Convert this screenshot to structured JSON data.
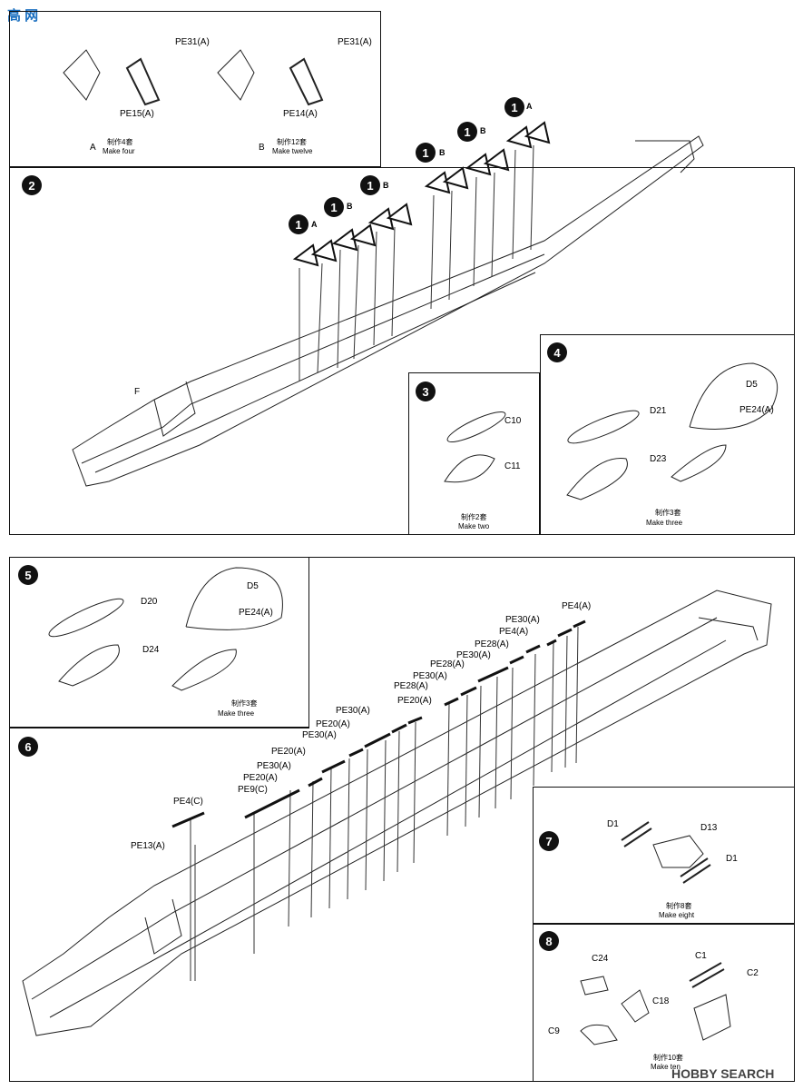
{
  "watermark_top": "高 网",
  "watermark_bottom": "HOBBY SEARCH",
  "top_panel": {
    "labels": [
      "PE31(A)",
      "PE31(A)",
      "PE15(A)",
      "PE14(A)"
    ],
    "caption_a": {
      "letter": "A",
      "cn": "制作4套",
      "en": "Make four"
    },
    "caption_b": {
      "letter": "B",
      "cn": "制作12套",
      "en": "Make twelve"
    }
  },
  "step2": {
    "num": "2",
    "label_f": "F",
    "subs": [
      "A",
      "B",
      "B",
      "B",
      "B",
      "A"
    ],
    "sub_num": "1"
  },
  "step3": {
    "num": "3",
    "labels": [
      "C10",
      "C11"
    ],
    "cn": "制作2套",
    "en": "Make two"
  },
  "step4": {
    "num": "4",
    "labels": [
      "D5",
      "PE24(A)",
      "D21",
      "D23"
    ],
    "cn": "制作3套",
    "en": "Make three"
  },
  "step5": {
    "num": "5",
    "labels": [
      "D5",
      "D20",
      "PE24(A)",
      "D24"
    ],
    "cn": "制作3套",
    "en": "Make three"
  },
  "step6": {
    "num": "6",
    "labels": [
      "PE4(A)",
      "PE30(A)",
      "PE4(A)",
      "PE28(A)",
      "PE30(A)",
      "PE28(A)",
      "PE30(A)",
      "PE28(A)",
      "PE20(A)",
      "PE30(A)",
      "PE20(A)",
      "PE30(A)",
      "PE20(A)",
      "PE30(A)",
      "PE20(A)",
      "PE9(C)",
      "PE4(C)",
      "PE13(A)"
    ]
  },
  "step7": {
    "num": "7",
    "labels": [
      "D1",
      "D13",
      "D1"
    ],
    "cn": "制作8套",
    "en": "Make eight"
  },
  "step8": {
    "num": "8",
    "labels": [
      "C24",
      "C1",
      "C2",
      "C18",
      "C9"
    ],
    "cn": "制作10套",
    "en": "Make ten"
  }
}
